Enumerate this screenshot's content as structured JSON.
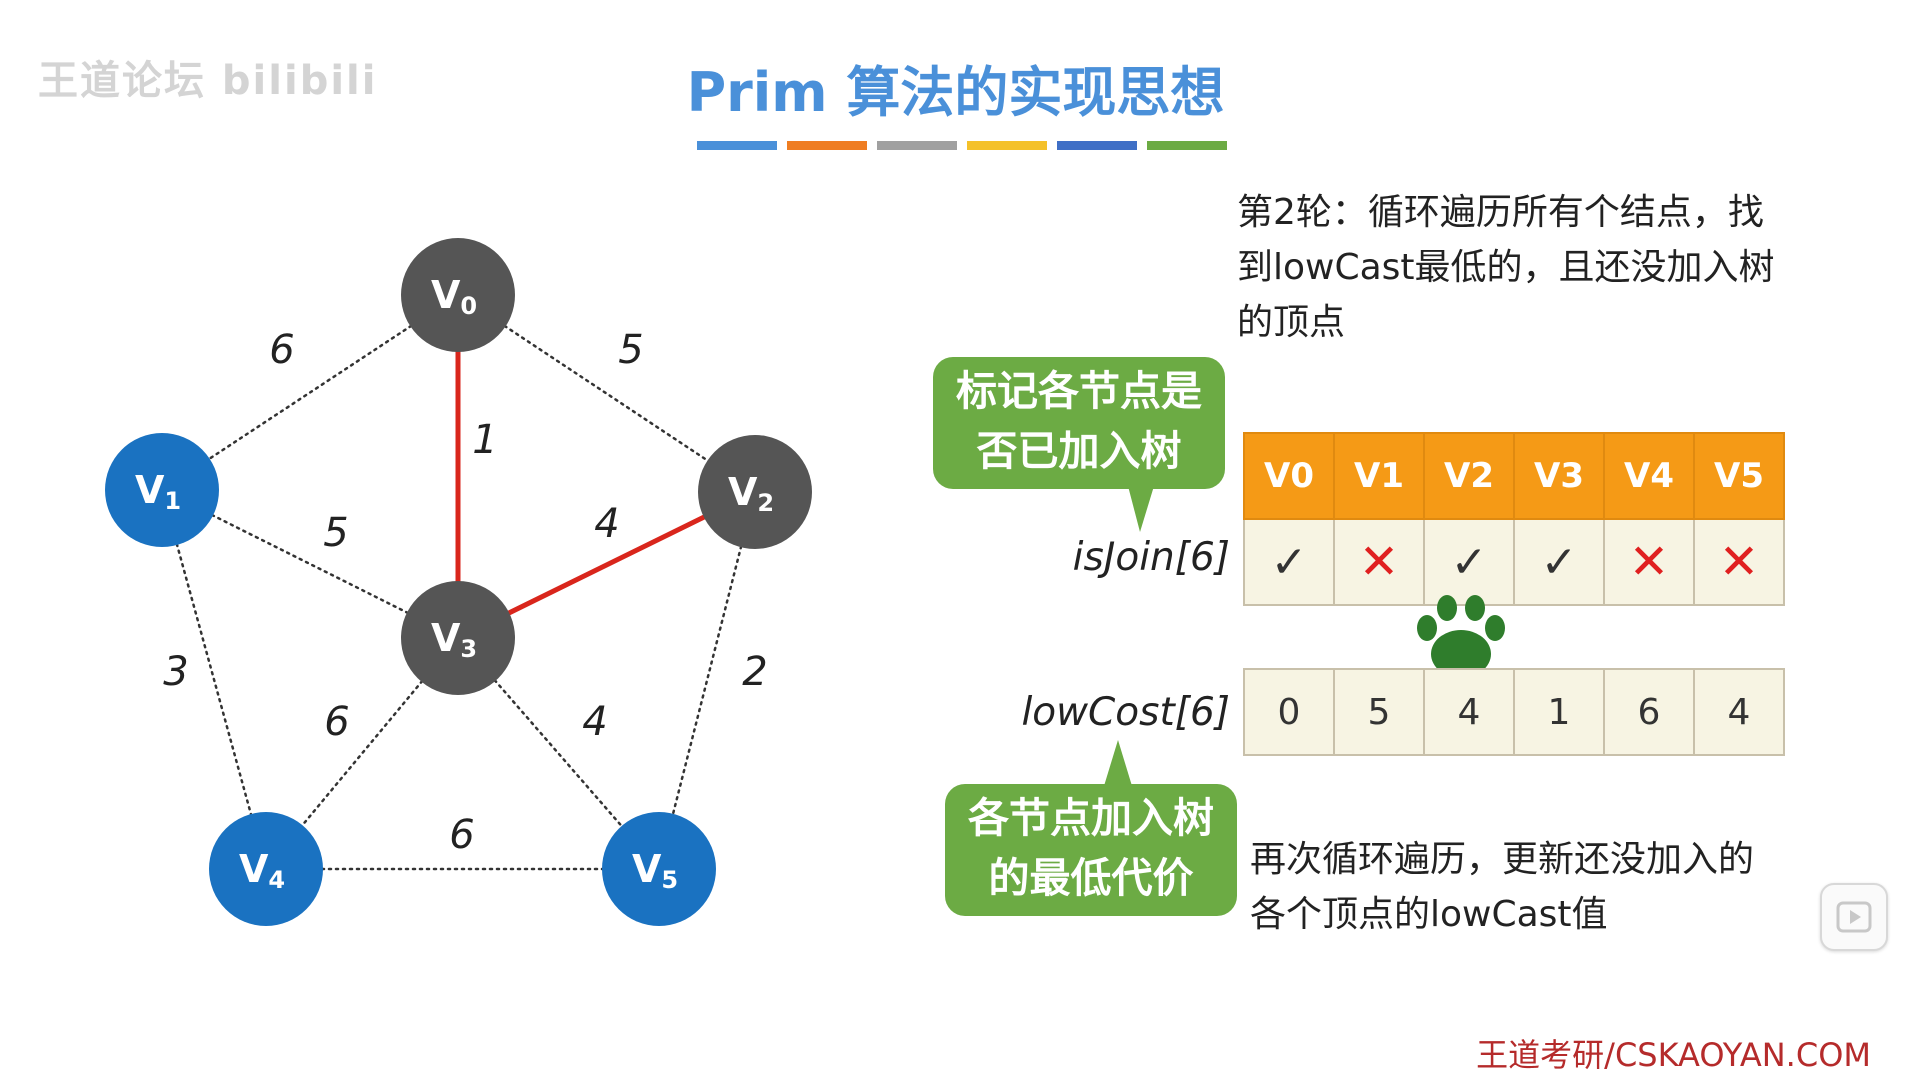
{
  "watermark": "王道论坛 bilibili",
  "title": "Prim 算法的实现思想",
  "title_bar_colors": [
    "#4a90d9",
    "#ef7d22",
    "#a0a0a0",
    "#f4c12a",
    "#3f6fc6",
    "#6cab44"
  ],
  "graph": {
    "nodes": [
      {
        "id": "v0",
        "base": "V",
        "sub": "0",
        "color": "#555555"
      },
      {
        "id": "v1",
        "base": "V",
        "sub": "1",
        "color": "#1a72c1"
      },
      {
        "id": "v2",
        "base": "V",
        "sub": "2",
        "color": "#555555"
      },
      {
        "id": "v3",
        "base": "V",
        "sub": "3",
        "color": "#555555"
      },
      {
        "id": "v4",
        "base": "V",
        "sub": "4",
        "color": "#1a72c1"
      },
      {
        "id": "v5",
        "base": "V",
        "sub": "5",
        "color": "#1a72c1"
      }
    ],
    "edges": [
      {
        "from": "v0",
        "to": "v1",
        "weight": "6",
        "in_tree": false
      },
      {
        "from": "v0",
        "to": "v2",
        "weight": "5",
        "in_tree": false
      },
      {
        "from": "v0",
        "to": "v3",
        "weight": "1",
        "in_tree": true
      },
      {
        "from": "v1",
        "to": "v3",
        "weight": "5",
        "in_tree": false
      },
      {
        "from": "v2",
        "to": "v3",
        "weight": "4",
        "in_tree": true
      },
      {
        "from": "v1",
        "to": "v4",
        "weight": "3",
        "in_tree": false
      },
      {
        "from": "v3",
        "to": "v4",
        "weight": "6",
        "in_tree": false
      },
      {
        "from": "v3",
        "to": "v5",
        "weight": "4",
        "in_tree": false
      },
      {
        "from": "v2",
        "to": "v5",
        "weight": "2",
        "in_tree": false
      },
      {
        "from": "v4",
        "to": "v5",
        "weight": "6",
        "in_tree": false
      }
    ],
    "tree_edge_color": "#d9261c"
  },
  "description_top": [
    "第2轮：循环遍历所有个结点，找",
    "到lowCast最低的，且还没加入树",
    "的顶点"
  ],
  "bubble_isjoin": [
    "标记各节点是",
    "否已加入树"
  ],
  "isjoin_label": "isJoin[6]",
  "headers": [
    "V0",
    "V1",
    "V2",
    "V3",
    "V4",
    "V5"
  ],
  "isjoin_values": [
    "✓",
    "✕",
    "✓",
    "✓",
    "✕",
    "✕"
  ],
  "lowcost_label": "lowCost[6]",
  "lowcost_values": [
    "0",
    "5",
    "4",
    "1",
    "6",
    "4"
  ],
  "paw_icon_column": "V2",
  "bubble_lowcost": [
    "各节点加入树",
    "的最低代价"
  ],
  "description_bottom": [
    "再次循环遍历，更新还没加入的",
    "各个顶点的lowCast值"
  ],
  "footer": "王道考研/CSKAOYAN.COM"
}
